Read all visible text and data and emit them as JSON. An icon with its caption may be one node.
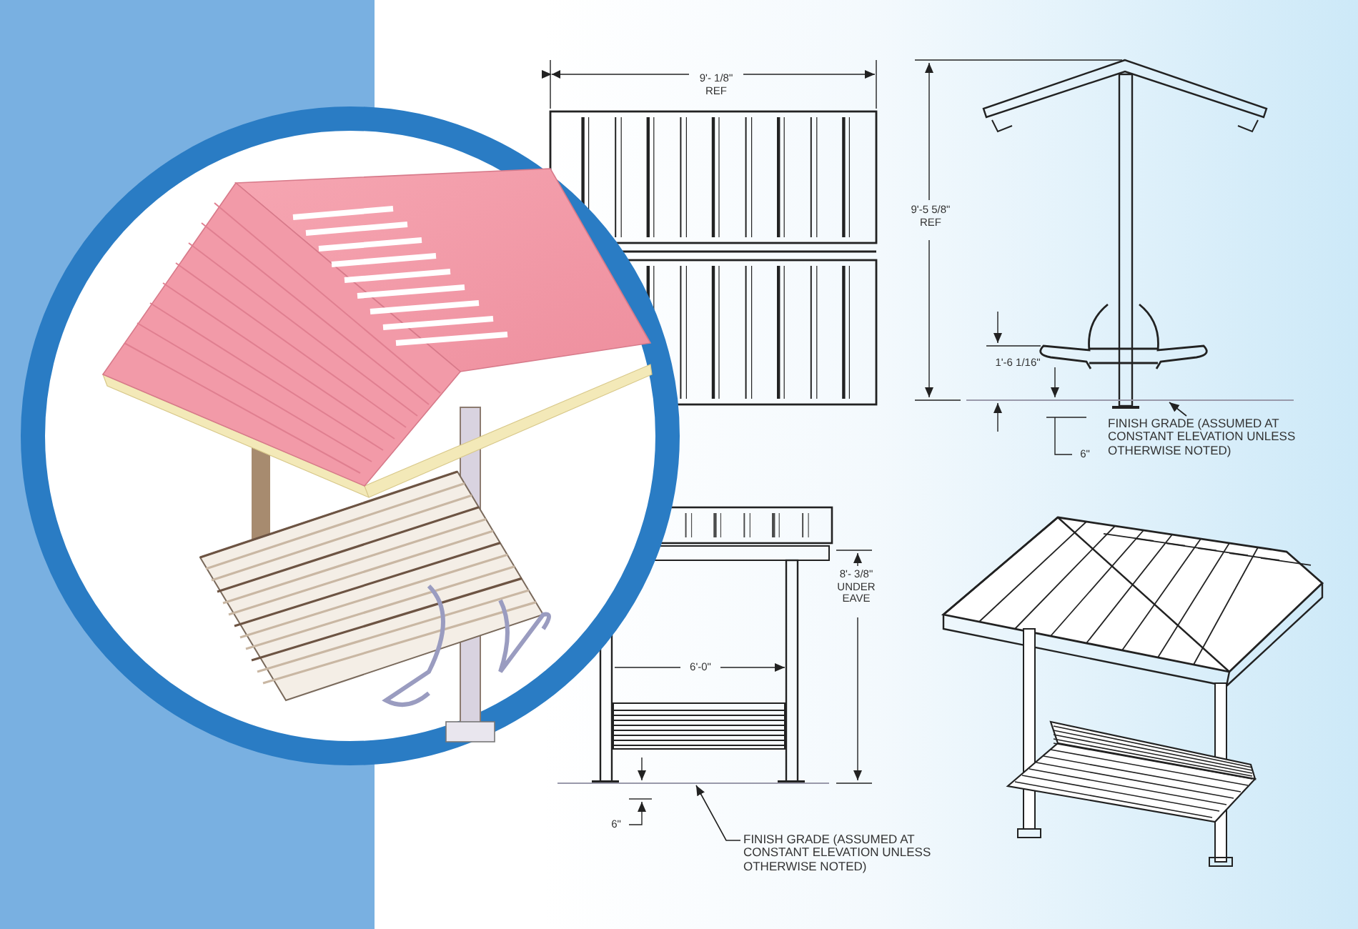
{
  "diagram": {
    "nodes": [
      {
        "text": [
          "FINISH GRADE (ASSUMED AT CONSTANT ELEVATION UNLESS OTHERWISE NOTED)"
        ]
      },
      {
        "text": [
          "FINISH GRADE (ASSUMED AT CONSTANT ELEVATION UNLESS OTHERWISE NOTED)"
        ]
      },
      {
        "text": [],
        "shape": "bar"
      },
      {
        "text": [],
        "shape": "bar"
      }
    ],
    "edges": [
      {
        "from": 0,
        "to": 2,
        "arrow": "to"
      },
      {
        "from": 1,
        "to": 3,
        "arrow": "to"
      }
    ],
    "labels": [
      "9'- 1/8\" REF",
      "9'-5 5/8\" REF",
      "1'-6 1/16\"",
      "6\"",
      "6'-0\"",
      "8'- 3/8\" UNDER EAVE",
      "6\""
    ]
  }
}
